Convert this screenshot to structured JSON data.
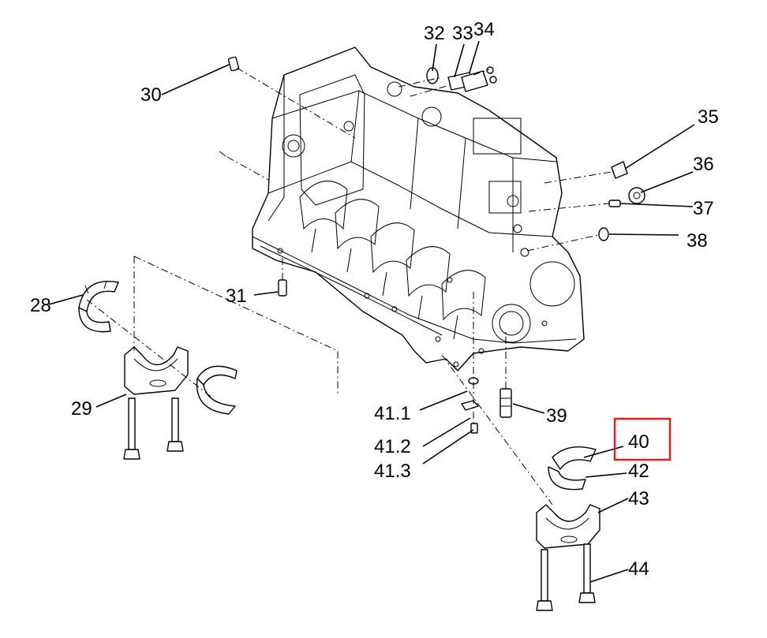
{
  "labels": {
    "p28": "28",
    "p29": "29",
    "p30": "30",
    "p31": "31",
    "p32": "32",
    "p33": "33",
    "p34": "34",
    "p35": "35",
    "p36": "36",
    "p37": "37",
    "p38": "38",
    "p39": "39",
    "p40": "40",
    "p41_1": "41.1",
    "p41_2": "41.2",
    "p41_3": "41.3",
    "p42": "42",
    "p43": "43",
    "p44": "44"
  },
  "highlight": {
    "label": "40",
    "color": "#e0201b"
  }
}
